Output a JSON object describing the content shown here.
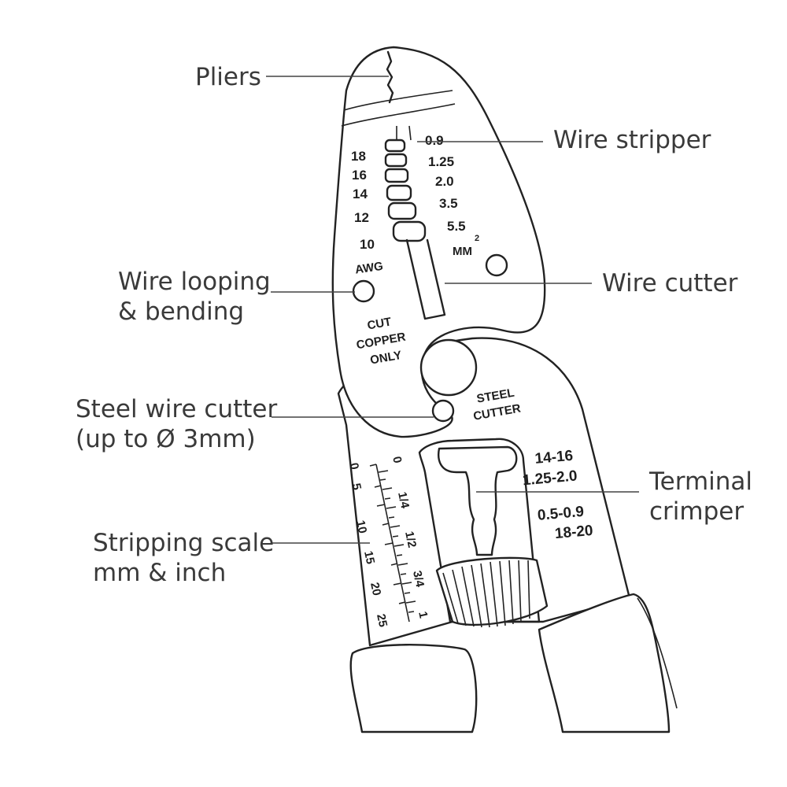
{
  "callouts": {
    "pliers": "Pliers",
    "wire_stripper": "Wire stripper",
    "wire_cutter": "Wire cutter",
    "wire_looping_line1": "Wire looping",
    "wire_looping_line2": "& bending",
    "steel_cutter_line1": "Steel wire cutter",
    "steel_cutter_line2": "(up to Ø 3mm)",
    "terminal_crimper_line1": "Terminal",
    "terminal_crimper_line2": "crimper",
    "stripping_scale_line1": "Stripping scale",
    "stripping_scale_line2": "mm & inch"
  },
  "engravings": {
    "awg_sizes": [
      "18",
      "16",
      "14",
      "12",
      "10"
    ],
    "awg_label": "AWG",
    "mm2_sizes": [
      "0.9",
      "1.25",
      "2.0",
      "3.5",
      "5.5"
    ],
    "mm2_label": "MM",
    "mm2_superscript": "2",
    "cut_copper_line1": "CUT",
    "cut_copper_line2": "COPPER",
    "cut_copper_line3": "ONLY",
    "steel_line1": "STEEL",
    "steel_line2": "CUTTER",
    "crimp_labels": [
      "14-16",
      "1.25-2.0",
      "0.5-0.9",
      "18-20"
    ],
    "scale_mm": [
      "0",
      "5",
      "10",
      "15",
      "20",
      "25"
    ],
    "scale_inch": [
      "0",
      "1/4",
      "1/2",
      "3/4",
      "1"
    ]
  }
}
